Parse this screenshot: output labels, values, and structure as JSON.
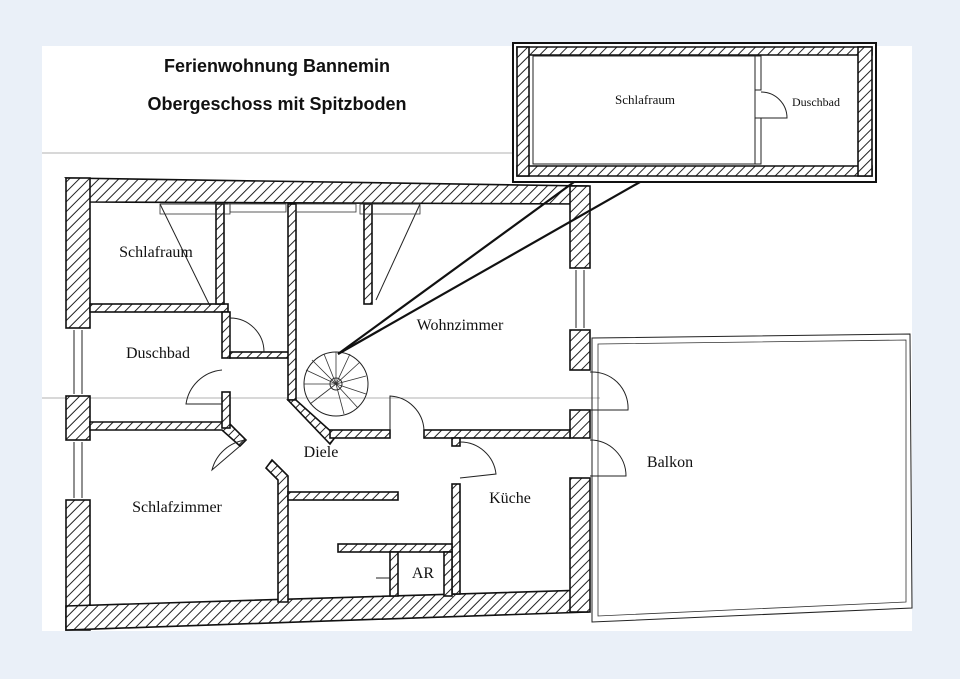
{
  "header": {
    "title": "Ferienwohnung Bannemin",
    "subtitle": "Obergeschoss mit Spitzboden"
  },
  "inset": {
    "rooms": [
      "Schlafraum",
      "Duschbad"
    ]
  },
  "rooms": {
    "schlafraum": "Schlafraum",
    "duschbad": "Duschbad",
    "wohnzimmer": "Wohnzimmer",
    "diele": "Diele",
    "schlafzimmer": "Schlafzimmer",
    "kueche": "Küche",
    "ar": "AR",
    "balkon": "Balkon"
  }
}
